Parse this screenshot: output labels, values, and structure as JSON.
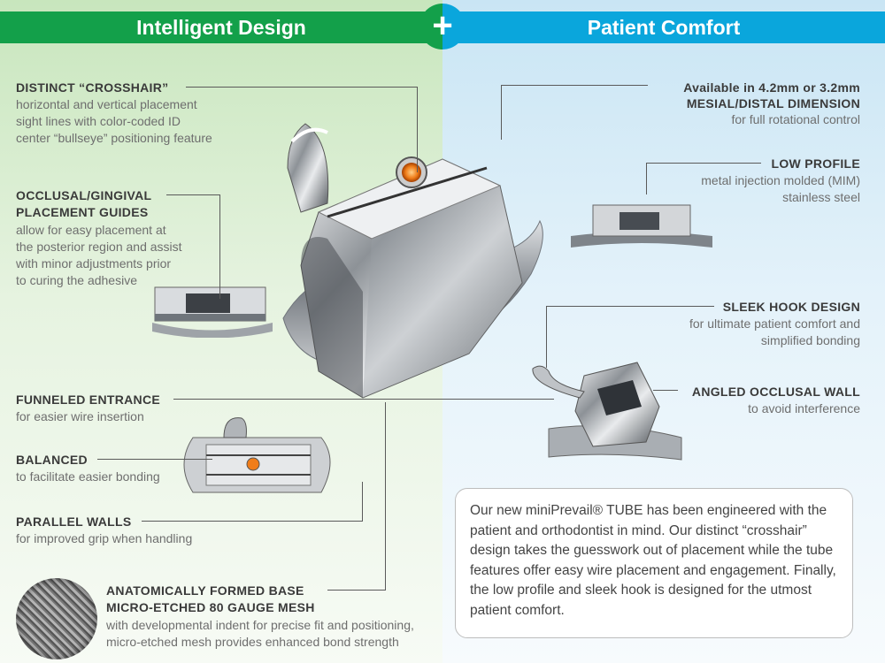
{
  "header": {
    "left": "Intelligent Design",
    "plus": "+",
    "right": "Patient Comfort"
  },
  "left_features": [
    {
      "title": "DISTINCT “CROSSHAIR”",
      "desc": [
        "horizontal and vertical placement",
        "sight lines with color-coded ID",
        "center “bullseye” positioning feature"
      ]
    },
    {
      "title": [
        "OCCLUSAL/GINGIVAL",
        "PLACEMENT GUIDES"
      ],
      "desc": [
        "allow for easy placement at",
        "the posterior region and assist",
        "with minor adjustments prior",
        "to curing the adhesive"
      ]
    },
    {
      "title": "FUNNELED ENTRANCE",
      "desc": [
        "for easier wire insertion"
      ]
    },
    {
      "title": "BALANCED",
      "desc": [
        "to facilitate easier bonding"
      ]
    },
    {
      "title": "PARALLEL WALLS",
      "desc": [
        "for improved grip when handling"
      ]
    },
    {
      "title": [
        "ANATOMICALLY FORMED BASE",
        "MICRO-ETCHED 80 GAUGE MESH"
      ],
      "desc": [
        "with developmental indent for precise fit and positioning,",
        "micro-etched mesh provides enhanced bond strength"
      ]
    }
  ],
  "right_features": [
    {
      "title": [
        "Available in 4.2mm or 3.2mm",
        "MESIAL/DISTAL DIMENSION"
      ],
      "desc": [
        "for full rotational control"
      ]
    },
    {
      "title": "LOW PROFILE",
      "desc": [
        "metal injection molded (MIM)",
        "stainless steel"
      ]
    },
    {
      "title": "SLEEK HOOK DESIGN",
      "desc": [
        "for ultimate patient comfort and",
        "simplified bonding"
      ]
    },
    {
      "title": "ANGLED OCCLUSAL WALL",
      "desc": [
        "to avoid interference"
      ]
    }
  ],
  "info_box": {
    "text": "Our new miniPrevail® TUBE has been engineered with the patient and orthodontist in mind. Our distinct “crosshair” design takes the guesswork out of placement while the tube features offer easy wire placement and engagement. Finally, the low profile and sleek hook is designed for the utmost patient comfort."
  },
  "colors": {
    "green": "#13a04a",
    "blue": "#0aa6dc",
    "bullseye": "#f07d1a",
    "metal": "#b8bcc0"
  },
  "images": [
    "bracket-main-image",
    "occlusal-guide-view",
    "balanced-top-view",
    "low-profile-view",
    "sleek-hook-view",
    "mesh-closeup"
  ]
}
